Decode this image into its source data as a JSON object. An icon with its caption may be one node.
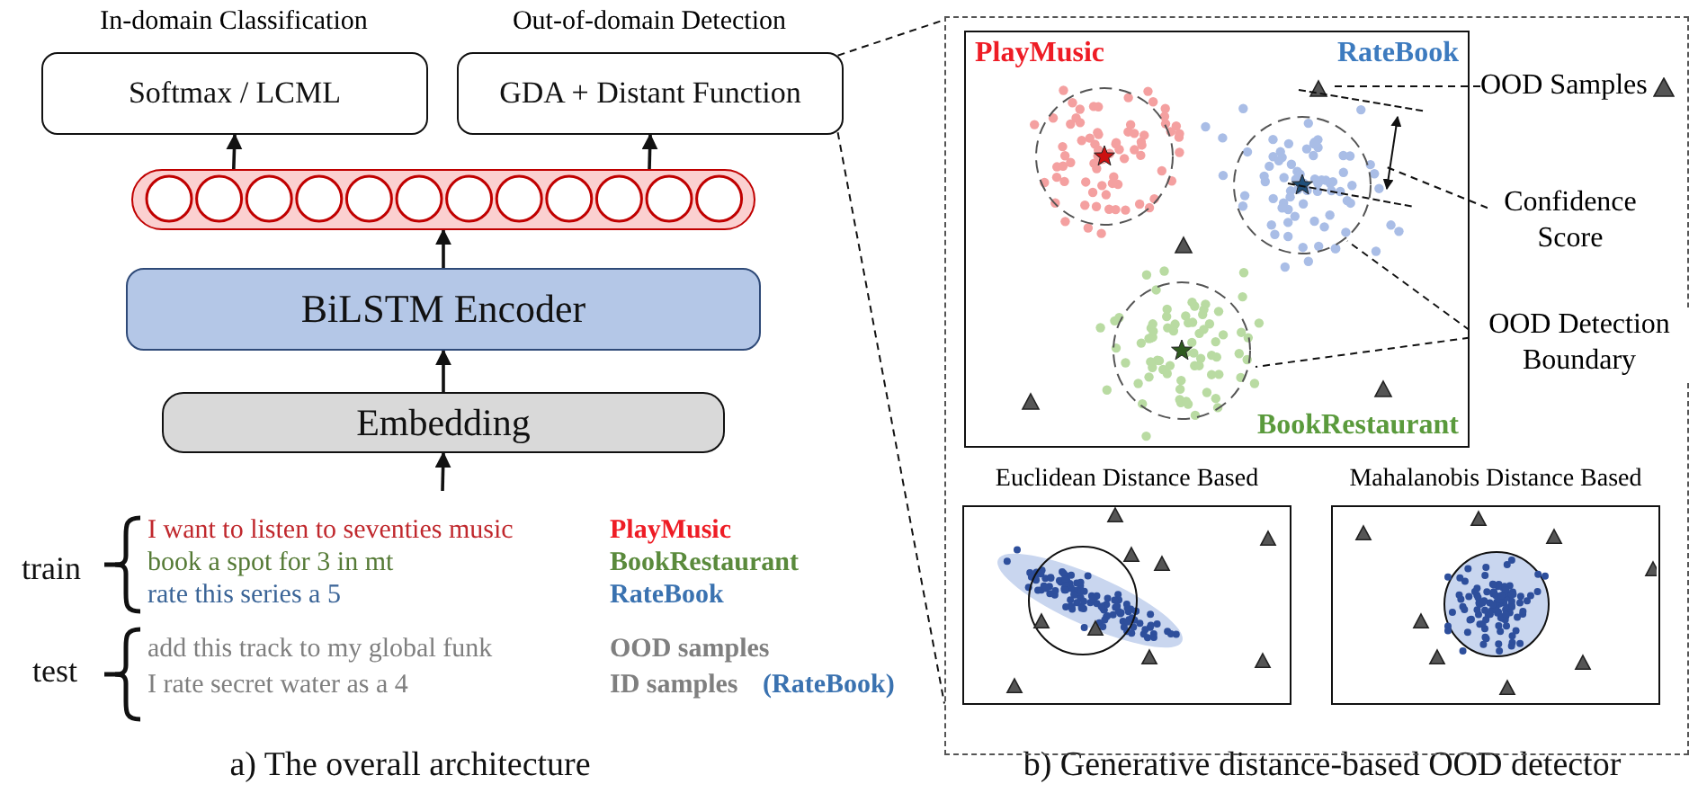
{
  "diagram": {
    "nodes": [
      {
        "text": [
          "Softmax / LCML"
        ],
        "beside": [
          "In-domain Classification"
        ]
      },
      {
        "text": [
          "GDA + Distant Function"
        ],
        "beside": [
          "Out-of-domain Detection"
        ]
      },
      {
        "text": [],
        "shape": "bar"
      },
      {
        "text": [
          "BiLSTM Encoder"
        ]
      },
      {
        "text": [
          "Embedding"
        ]
      },
      {
        "text": [],
        "shape": "box"
      },
      {
        "text": [
          "PlayMusic",
          "RateBook",
          "BookRestaurant"
        ],
        "in": 5
      },
      {
        "text": [
          "Euclidean Distance Based"
        ],
        "in": 5
      },
      {
        "text": [
          "Mahalanobis Distance Based"
        ],
        "in": 5
      },
      {
        "text": [
          "OOD Samples"
        ],
        "in": 5
      },
      {
        "text": [
          "Confidence Score"
        ],
        "in": 5
      },
      {
        "text": [
          "OOD Detection Boundary"
        ],
        "in": 5
      }
    ],
    "edges": [
      {
        "from": 2,
        "to": 0,
        "arrow": "to"
      },
      {
        "from": 2,
        "to": 1,
        "arrow": "to"
      },
      {
        "from": 3,
        "to": 2,
        "arrow": "to"
      },
      {
        "from": 4,
        "to": 3,
        "arrow": "to"
      },
      {
        "from": null,
        "to": 4,
        "arrow": "to"
      },
      {
        "from": 1,
        "to": 5,
        "arrow": "none",
        "style": "dashed"
      },
      {
        "from": 1,
        "to": 5,
        "arrow": "none",
        "style": "dashed"
      },
      {
        "from": 9,
        "to": 6,
        "arrow": "none",
        "style": "dashed"
      },
      {
        "from": 10,
        "to": 6,
        "arrow": "none",
        "style": "dashed"
      },
      {
        "from": 11,
        "to": 6,
        "arrow": "none",
        "style": "dashed"
      },
      {
        "from": 11,
        "to": 6,
        "arrow": "none",
        "style": "dashed"
      }
    ],
    "labels": [
      "train",
      "I want to listen to seventies music",
      "PlayMusic",
      "book a spot for 3 in mt",
      "BookRestaurant",
      "rate this series a 5",
      "RateBook",
      "test",
      "add this track to my global funk",
      "OOD samples",
      "I rate secret water as a 4",
      "ID samples",
      "(RateBook)",
      "a) The overall architecture",
      "b) Generative distance-based OOD detector"
    ]
  }
}
